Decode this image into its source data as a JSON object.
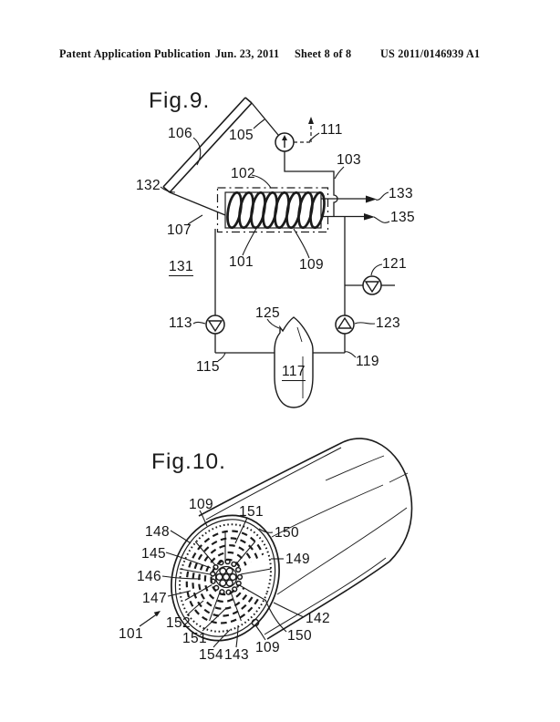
{
  "header": {
    "left": "Patent Application Publication",
    "date": "Jun. 23, 2011",
    "sheet": "Sheet 8 of 8",
    "pubnum": "US 2011/0146939 A1"
  },
  "fig9": {
    "title": "Fig.9.",
    "labels": {
      "n106": "106",
      "n105": "105",
      "n111": "111",
      "n103": "103",
      "n132": "132",
      "n102": "102",
      "n107": "107",
      "n101": "101",
      "n109": "109",
      "n133": "133",
      "n135": "135",
      "n131": "131",
      "n121": "121",
      "n113": "113",
      "n123": "123",
      "n125": "125",
      "n117": "117",
      "n119": "119",
      "n115": "115"
    }
  },
  "fig10": {
    "title": "Fig.10.",
    "labels": {
      "n109_top": "109",
      "n151_top": "151",
      "n148": "148",
      "n150_top": "150",
      "n145": "145",
      "n149": "149",
      "n146": "146",
      "n147": "147",
      "n152": "152",
      "n101": "101",
      "n151_bottom": "151",
      "n154": "154",
      "n143": "143",
      "n109_bottom": "109",
      "n150_bottom": "150",
      "n142": "142"
    }
  },
  "colors": {
    "ink": "#1b1b1b",
    "paper": "#ffffff"
  }
}
